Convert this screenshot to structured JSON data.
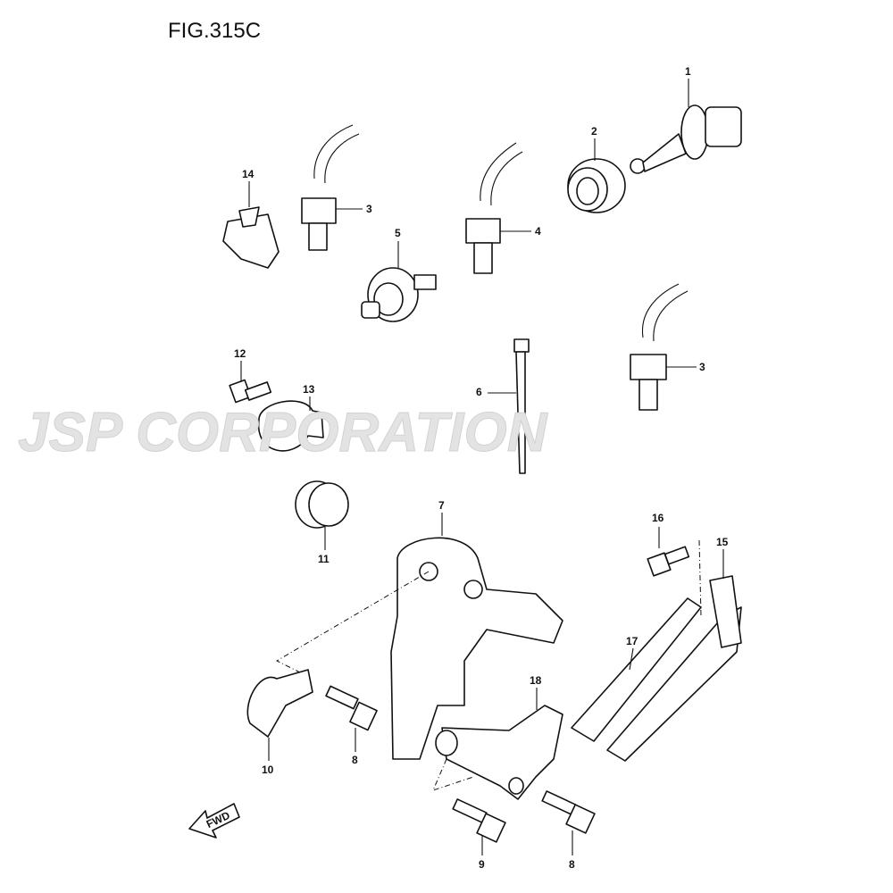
{
  "title": "FIG.315C",
  "watermark": "JSP CORPORATION",
  "fwd_label": "FWD",
  "callouts": [
    {
      "id": "c1",
      "label": "1"
    },
    {
      "id": "c2",
      "label": "2"
    },
    {
      "id": "c14",
      "label": "14"
    },
    {
      "id": "c3a",
      "label": "3"
    },
    {
      "id": "c4",
      "label": "4"
    },
    {
      "id": "c5",
      "label": "5"
    },
    {
      "id": "c3b",
      "label": "3"
    },
    {
      "id": "c12",
      "label": "12"
    },
    {
      "id": "c13",
      "label": "13"
    },
    {
      "id": "c6",
      "label": "6"
    },
    {
      "id": "c7",
      "label": "7"
    },
    {
      "id": "c11",
      "label": "11"
    },
    {
      "id": "c16",
      "label": "16"
    },
    {
      "id": "c15",
      "label": "15"
    },
    {
      "id": "c17",
      "label": "17"
    },
    {
      "id": "c18",
      "label": "18"
    },
    {
      "id": "c10",
      "label": "10"
    },
    {
      "id": "c8a",
      "label": "8"
    },
    {
      "id": "c9",
      "label": "9"
    },
    {
      "id": "c8b",
      "label": "8"
    }
  ]
}
